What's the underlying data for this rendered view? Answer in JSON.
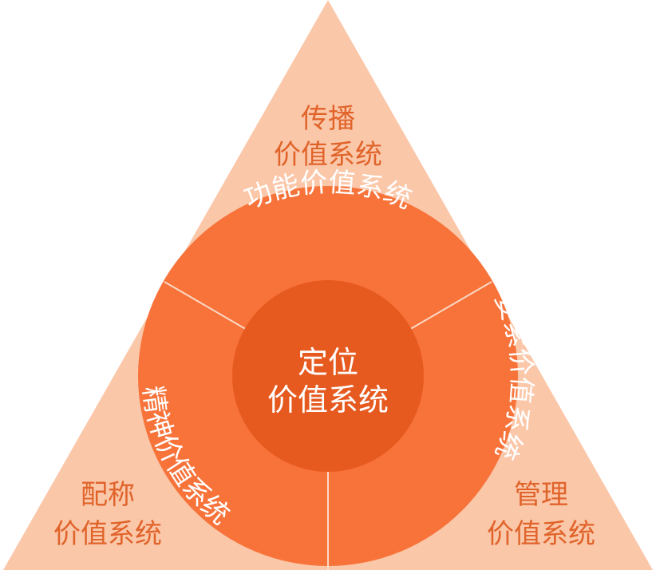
{
  "colors": {
    "triangle": "#fbc7a9",
    "ring": "#f7733a",
    "center": "#e65a1f",
    "divider": "#fbd9c6",
    "corner_text": "#e0632a",
    "inner_text": "#ffffff"
  },
  "corners": {
    "top": {
      "line1": "传播",
      "line2": "价值系统"
    },
    "bottom_left": {
      "line1": "配称",
      "line2": "价值系统"
    },
    "bottom_right": {
      "line1": "管理",
      "line2": "价值系统"
    }
  },
  "center": {
    "line1": "定位",
    "line2": "价值系统"
  },
  "ring_segments": {
    "top": "功能价值系统",
    "right": "要素价值系统",
    "left": "精神价值系统"
  }
}
